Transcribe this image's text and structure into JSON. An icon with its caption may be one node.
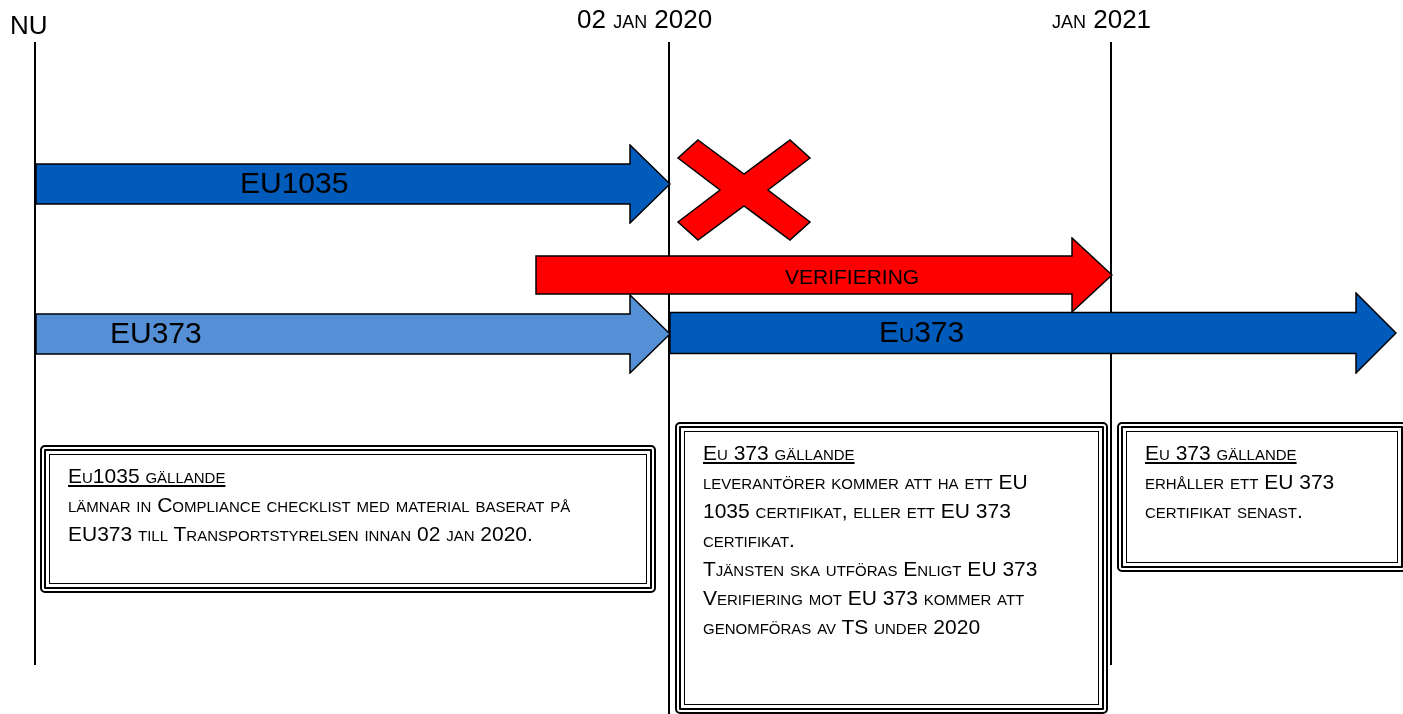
{
  "diagram": {
    "nodes": [
      {
        "text": [
          "EU1035"
        ]
      },
      {
        "text": [
          "verifiering"
        ]
      },
      {
        "text": [
          "EU373"
        ]
      },
      {
        "text": [
          "Eu373"
        ]
      },
      {
        "text": [
          "Eu1035 gällande",
          "lämnar in  Compliance checklist med material baserat på EU373 till Transportstyrelsen innan  02 jan 2020."
        ]
      },
      {
        "text": [
          "Eu 373 gällande",
          "leverantörer kommer att ha ett EU 1035 certifikat, eller ett EU 373 certifikat.",
          "Tjänsten ska utföras Enligt EU 373",
          "Verifiering mot EU 373 kommer att genomföras av TS under 2020"
        ]
      },
      {
        "text": [
          "Eu 373 gällande",
          "erhåller ett EU 373 certifikat senast."
        ]
      }
    ],
    "labels": [
      "NU",
      "02 jan 2020",
      "jan 2021"
    ]
  }
}
